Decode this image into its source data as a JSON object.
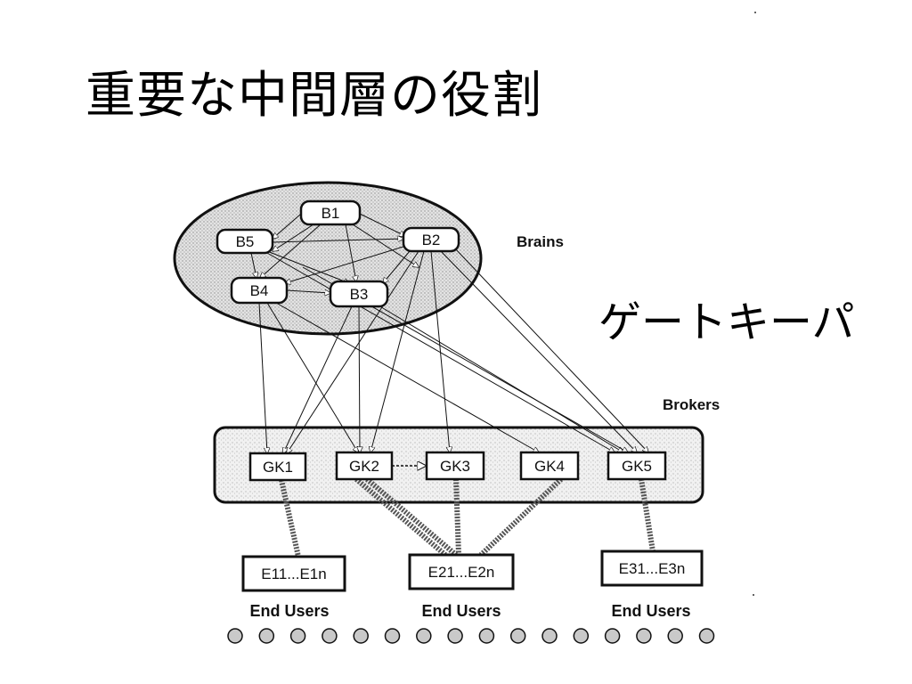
{
  "title": "重要な中間層の役割",
  "side_label": "ゲートキーパ",
  "diagram": {
    "brains_label": "Brains",
    "brokers_label": "Brokers",
    "brains": [
      {
        "id": "B1",
        "label": "B1"
      },
      {
        "id": "B2",
        "label": "B2"
      },
      {
        "id": "B3",
        "label": "B3"
      },
      {
        "id": "B4",
        "label": "B4"
      },
      {
        "id": "B5",
        "label": "B5"
      }
    ],
    "gatekeepers": [
      {
        "id": "GK1",
        "label": "GK1"
      },
      {
        "id": "GK2",
        "label": "GK2"
      },
      {
        "id": "GK3",
        "label": "GK3"
      },
      {
        "id": "GK4",
        "label": "GK4"
      },
      {
        "id": "GK5",
        "label": "GK5"
      }
    ],
    "end_user_groups": [
      {
        "id": "E1",
        "label": "E11...E1n",
        "caption": "End Users"
      },
      {
        "id": "E2",
        "label": "E21...E2n",
        "caption": "End Users"
      },
      {
        "id": "E3",
        "label": "E31...E3n",
        "caption": "End Users"
      }
    ],
    "dot_count": 16,
    "colors": {
      "ink": "#111111",
      "ellipse_fill": "#d9d9d9",
      "panel_fill": "#ececec",
      "dot_fill": "#c9c9c9"
    }
  }
}
